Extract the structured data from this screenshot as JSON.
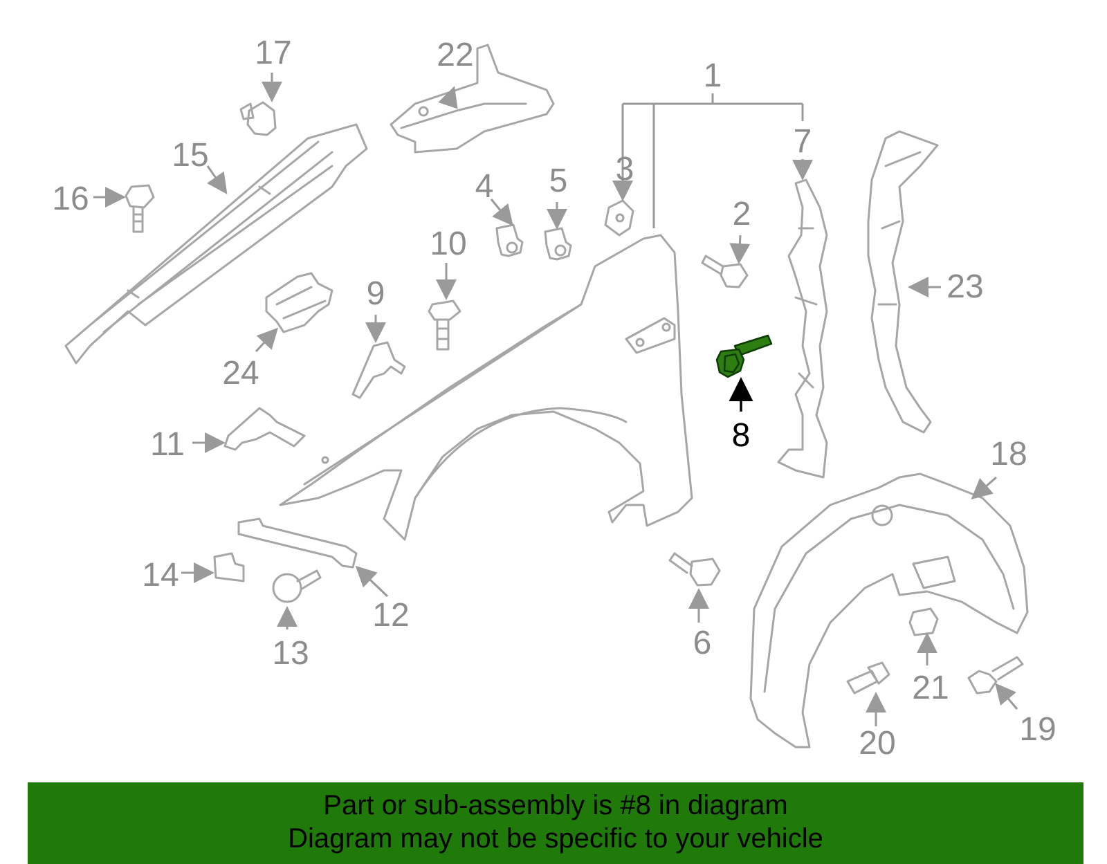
{
  "diagram": {
    "callouts": [
      "1",
      "2",
      "3",
      "4",
      "5",
      "6",
      "7",
      "8",
      "9",
      "10",
      "11",
      "12",
      "13",
      "14",
      "15",
      "16",
      "17",
      "18",
      "19",
      "20",
      "21",
      "22",
      "23",
      "24"
    ],
    "highlighted_part": "8",
    "colors": {
      "line": "#a6a6a6",
      "highlight": "#2e7d10",
      "banner": "#1f7a0a"
    }
  },
  "banner": {
    "line1": "Part or sub-assembly is #8 in diagram",
    "line2": "Diagram may not be specific to your vehicle"
  }
}
